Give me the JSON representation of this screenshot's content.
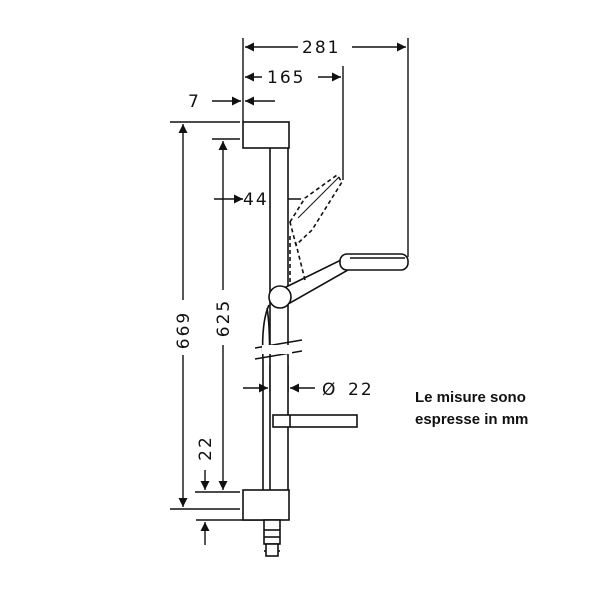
{
  "dimensions": {
    "total_width": "281",
    "handshower_offset": "165",
    "wall_offset": "7",
    "head_position": "44",
    "total_height": "669",
    "rail_length": "625",
    "bottom_offset": "22",
    "diameter_symbol": "Ø",
    "diameter": "22"
  },
  "note": {
    "line1": "Le misure sono",
    "line2": "espresse in mm"
  }
}
